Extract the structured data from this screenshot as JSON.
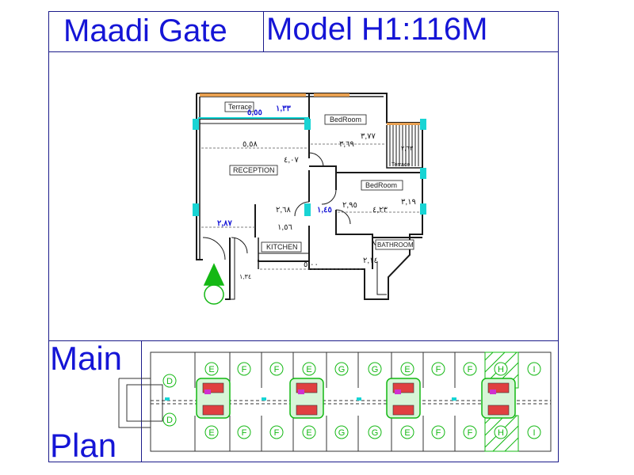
{
  "header": {
    "project": "Maadi Gate",
    "model": "Model H1:116M"
  },
  "floor_plan": {
    "rooms": {
      "terrace_top": "Terrace",
      "bedroom_1": "BedRoom",
      "bedroom_2": "BedRoom",
      "terrace_right": "Terrace",
      "reception": "RECEPTION",
      "kitchen": "KITCHEN",
      "bathroom": "BATHROOM"
    },
    "dimensions": {
      "terrace_depth": "٥,٥٥",
      "terrace_height": "١,٣٣",
      "reception_width": "٥,٥٨",
      "reception_depth": "٤,٠٧",
      "bed1_width": "٣,٦٩",
      "bed1_depth": "٣,٧٧",
      "terrace_r": "٢,٦٣",
      "corridor": "٢,٦٨",
      "door_gap": "١,٤٥",
      "bed2_width": "٢,٩٥",
      "bed2_depth": "٤,٢٣",
      "bed2_side": "٣,١٩",
      "entry_width": "٢,٨٧",
      "kitchen_w": "١,٥٦",
      "bottom_width": "٥,٠٠",
      "bath_depth": "٢,١٤",
      "small_room": "١,٣٤"
    }
  },
  "main_plan": {
    "label_top": "Main",
    "label_bottom": "Plan",
    "top_row": [
      "D",
      "E",
      "F",
      "F",
      "E",
      "G",
      "G",
      "E",
      "F",
      "F",
      "H",
      "I"
    ],
    "bottom_row": [
      "D",
      "E",
      "F",
      "F",
      "E",
      "G",
      "G",
      "E",
      "F",
      "F",
      "H",
      "I"
    ]
  },
  "colors": {
    "title_blue": "#1515d6",
    "frame_blue": "#1b1b8a",
    "cyan_marker": "#18d4d4",
    "green_marker": "#14b814",
    "wall": "#1a1a1a",
    "terrace_orange": "#e8a050"
  }
}
